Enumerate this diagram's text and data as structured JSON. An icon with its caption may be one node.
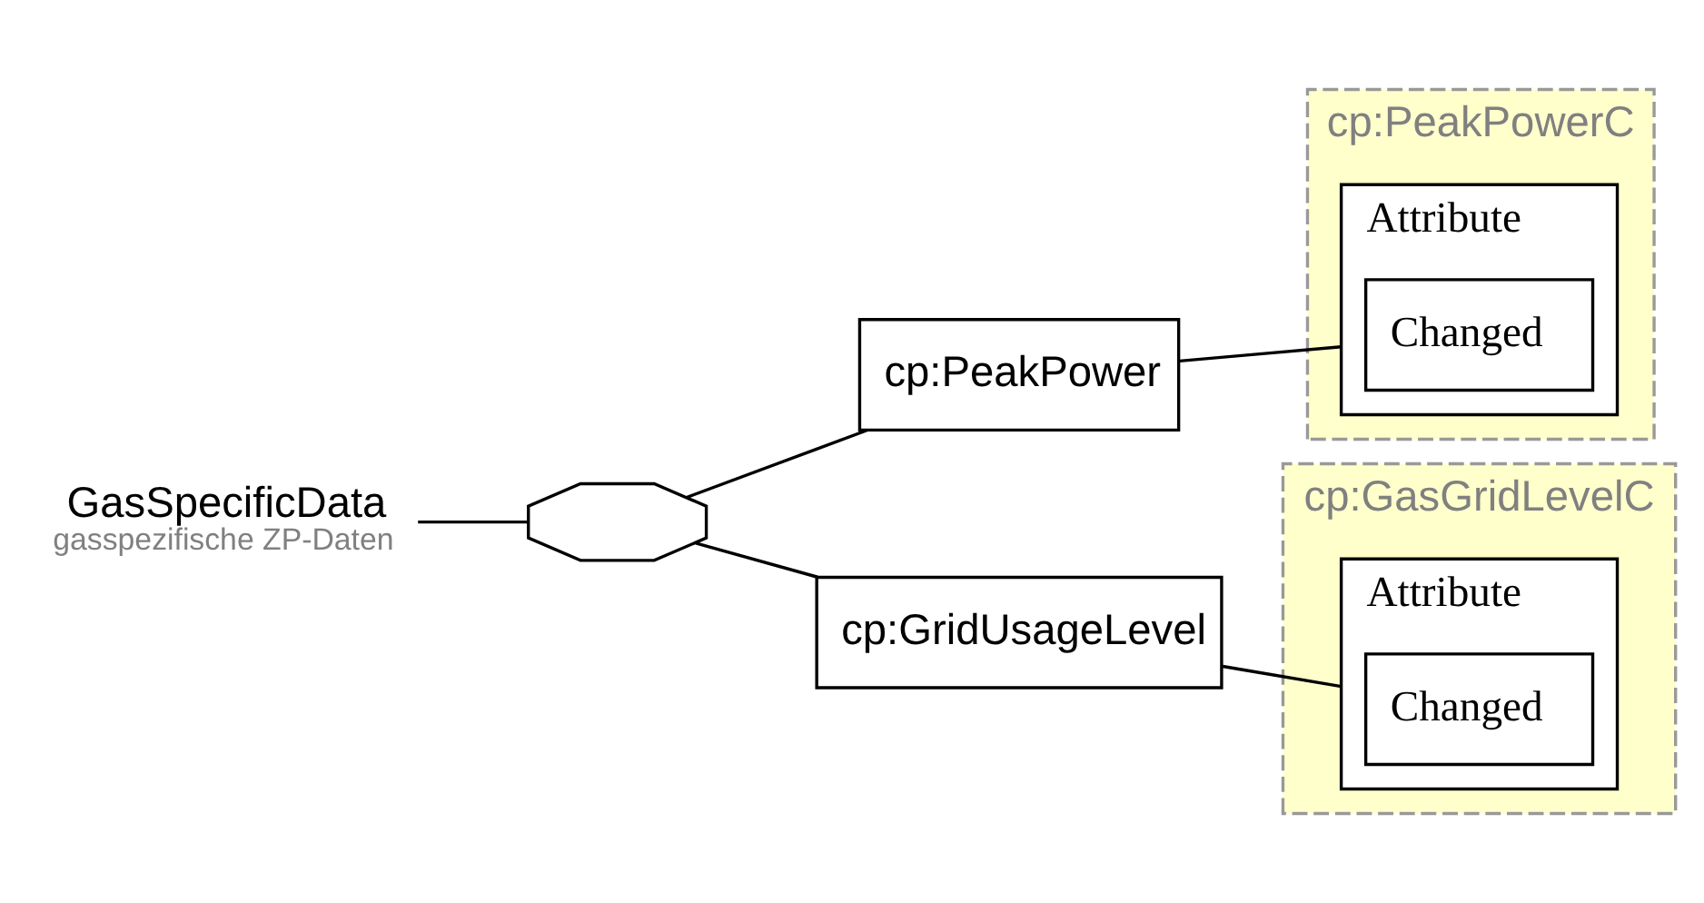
{
  "diagram": {
    "nodes": [
      {
        "text": [
          "GasSpecificData"
        ],
        "beside": [
          "gasspezifische ZP-Daten"
        ]
      },
      {
        "text": [],
        "shape": "octagon"
      },
      {
        "text": [
          "cp:PeakPower"
        ]
      },
      {
        "text": [
          "cp:PeakPowerC"
        ]
      },
      {
        "text": [
          "Attribute"
        ],
        "in": 3
      },
      {
        "text": [
          "Changed"
        ],
        "in": 4
      },
      {
        "text": [
          "cp:GridUsageLevel"
        ]
      },
      {
        "text": [
          "cp:GasGridLevelC"
        ]
      },
      {
        "text": [
          "Attribute"
        ],
        "in": 7
      },
      {
        "text": [
          "Changed"
        ],
        "in": 8
      }
    ],
    "edges": [
      {
        "from": 0,
        "to": 1,
        "arrow": "none"
      },
      {
        "from": 1,
        "to": 2,
        "arrow": "none"
      },
      {
        "from": 1,
        "to": 6,
        "arrow": "none"
      },
      {
        "from": 2,
        "to": 4,
        "arrow": "none"
      },
      {
        "from": 6,
        "to": 8,
        "arrow": "none"
      }
    ]
  }
}
